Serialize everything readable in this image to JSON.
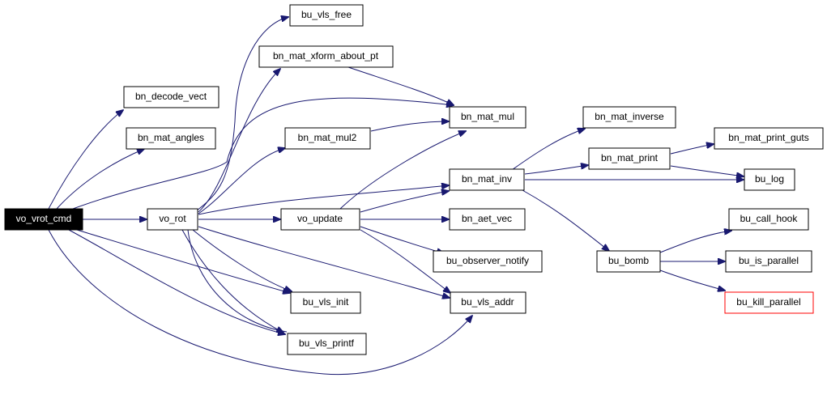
{
  "graph": {
    "colors": {
      "edge": "#191970",
      "root_fill": "#000000",
      "root_text": "#ffffff",
      "box_stroke": "#000000",
      "truncated_stroke": "#ff0000"
    },
    "nodes": {
      "vo_vrot_cmd": "vo_vrot_cmd",
      "vo_rot": "vo_rot",
      "vo_update": "vo_update",
      "bu_vls_free": "bu_vls_free",
      "bn_mat_xform_about_pt": "bn_mat_xform_about_pt",
      "bn_decode_vect": "bn_decode_vect",
      "bn_mat_angles": "bn_mat_angles",
      "bn_mat_mul": "bn_mat_mul",
      "bn_mat_mul2": "bn_mat_mul2",
      "bn_mat_inv": "bn_mat_inv",
      "bn_mat_inverse": "bn_mat_inverse",
      "bn_mat_print": "bn_mat_print",
      "bn_mat_print_guts": "bn_mat_print_guts",
      "bu_log": "bu_log",
      "bn_aet_vec": "bn_aet_vec",
      "bu_observer_notify": "bu_observer_notify",
      "bu_bomb": "bu_bomb",
      "bu_call_hook": "bu_call_hook",
      "bu_is_parallel": "bu_is_parallel",
      "bu_kill_parallel": "bu_kill_parallel",
      "bu_vls_init": "bu_vls_init",
      "bu_vls_addr": "bu_vls_addr",
      "bu_vls_printf": "bu_vls_printf"
    }
  }
}
